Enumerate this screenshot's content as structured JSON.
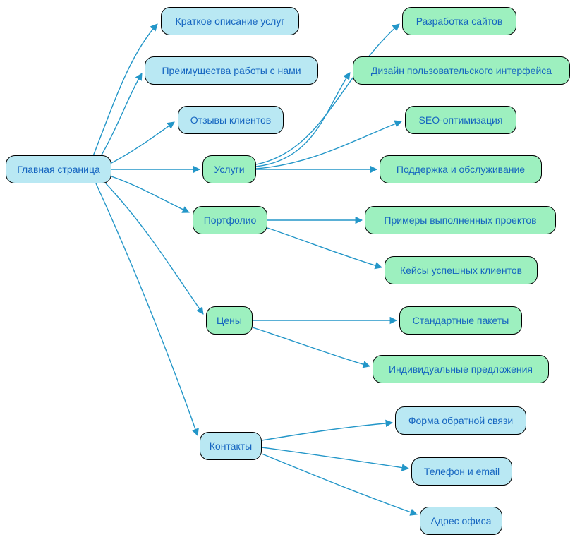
{
  "diagram": {
    "type": "site-structure-flowchart",
    "nodes": [
      {
        "id": "home",
        "label": "Главная страница",
        "color": "blue"
      },
      {
        "id": "desc",
        "label": "Краткое описание услуг",
        "color": "blue"
      },
      {
        "id": "adv",
        "label": "Преимущества работы с нами",
        "color": "blue"
      },
      {
        "id": "reviews",
        "label": "Отзывы клиентов",
        "color": "blue"
      },
      {
        "id": "services",
        "label": "Услуги",
        "color": "green"
      },
      {
        "id": "portfolio",
        "label": "Портфолио",
        "color": "green"
      },
      {
        "id": "prices",
        "label": "Цены",
        "color": "green"
      },
      {
        "id": "contacts",
        "label": "Контакты",
        "color": "blue"
      },
      {
        "id": "dev",
        "label": "Разработка сайтов",
        "color": "green"
      },
      {
        "id": "ui",
        "label": "Дизайн пользовательского интерфейса",
        "color": "green"
      },
      {
        "id": "seo",
        "label": "SEO-оптимизация",
        "color": "green"
      },
      {
        "id": "support",
        "label": "Поддержка и обслуживание",
        "color": "green"
      },
      {
        "id": "examples",
        "label": "Примеры выполненных проектов",
        "color": "green"
      },
      {
        "id": "cases",
        "label": "Кейсы успешных клиентов",
        "color": "green"
      },
      {
        "id": "std",
        "label": "Стандартные пакеты",
        "color": "green"
      },
      {
        "id": "custom",
        "label": "Индивидуальные предложения",
        "color": "green"
      },
      {
        "id": "form",
        "label": "Форма обратной связи",
        "color": "blue"
      },
      {
        "id": "phone",
        "label": "Телефон и email",
        "color": "blue"
      },
      {
        "id": "address",
        "label": "Адрес офиса",
        "color": "blue"
      }
    ],
    "edges": [
      {
        "from": "home",
        "to": "desc"
      },
      {
        "from": "home",
        "to": "adv"
      },
      {
        "from": "home",
        "to": "reviews"
      },
      {
        "from": "home",
        "to": "services"
      },
      {
        "from": "home",
        "to": "portfolio"
      },
      {
        "from": "home",
        "to": "prices"
      },
      {
        "from": "home",
        "to": "contacts"
      },
      {
        "from": "services",
        "to": "dev"
      },
      {
        "from": "services",
        "to": "ui"
      },
      {
        "from": "services",
        "to": "seo"
      },
      {
        "from": "services",
        "to": "support"
      },
      {
        "from": "portfolio",
        "to": "examples"
      },
      {
        "from": "portfolio",
        "to": "cases"
      },
      {
        "from": "prices",
        "to": "std"
      },
      {
        "from": "prices",
        "to": "custom"
      },
      {
        "from": "contacts",
        "to": "form"
      },
      {
        "from": "contacts",
        "to": "phone"
      },
      {
        "from": "contacts",
        "to": "address"
      }
    ]
  },
  "colors": {
    "node_blue_fill": "#b9e8f3",
    "node_green_fill": "#9df0bf",
    "label_color": "#1565c0",
    "edge_color": "#2396c8",
    "node_border": "#000000",
    "page_bg": "#ffffff"
  }
}
